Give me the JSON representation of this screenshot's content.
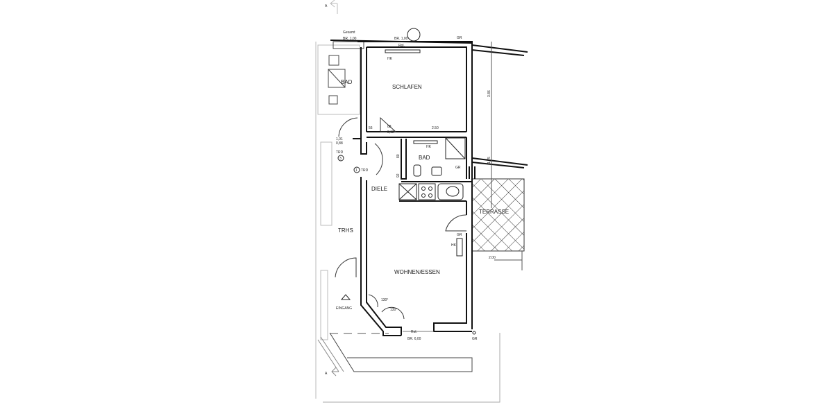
{
  "rooms": {
    "schlafen": "SCHLAFEN",
    "bad": "BAD",
    "bad_neighbor": "BAD",
    "diele": "DIELE",
    "wohnen": "WOHNEN/ESSEN",
    "terrasse": "TERRASSE",
    "trhs": "TRHS",
    "eingang": "EINGANG"
  },
  "annotations": {
    "trd_top": "TRD",
    "trd_top_num": "3",
    "trd_mid": "TRD",
    "trd_mid_num": "1",
    "gesamt": "Gesamt",
    "br_left": "BR. 1,00",
    "br_right": "BR. 1,00",
    "rol_top": "Rol.",
    "rol_bottom": "Rol.",
    "br_bottom": "BR. 6,00",
    "angle_1": "130°",
    "angle_2": "130°",
    "hk_schlafen": "HK",
    "hk_bad": "HK",
    "hk_wohnen": "HK",
    "gr_bad": "GR",
    "gr_wohnen": "GR",
    "gr_top": "GR",
    "gr_bottom": "GR",
    "section_top": "A",
    "section_bottom": "A"
  },
  "dimensions": {
    "schlafen_width": "2.50",
    "schlafen_depth": "3.86",
    "terrasse_width": "2.00",
    "d56": "56",
    "d88": "88",
    "d812": "8,12",
    "d92": "92",
    "d80": "80",
    "d101": "1,01",
    "d0885": "0,88",
    "d175": "1,75"
  }
}
